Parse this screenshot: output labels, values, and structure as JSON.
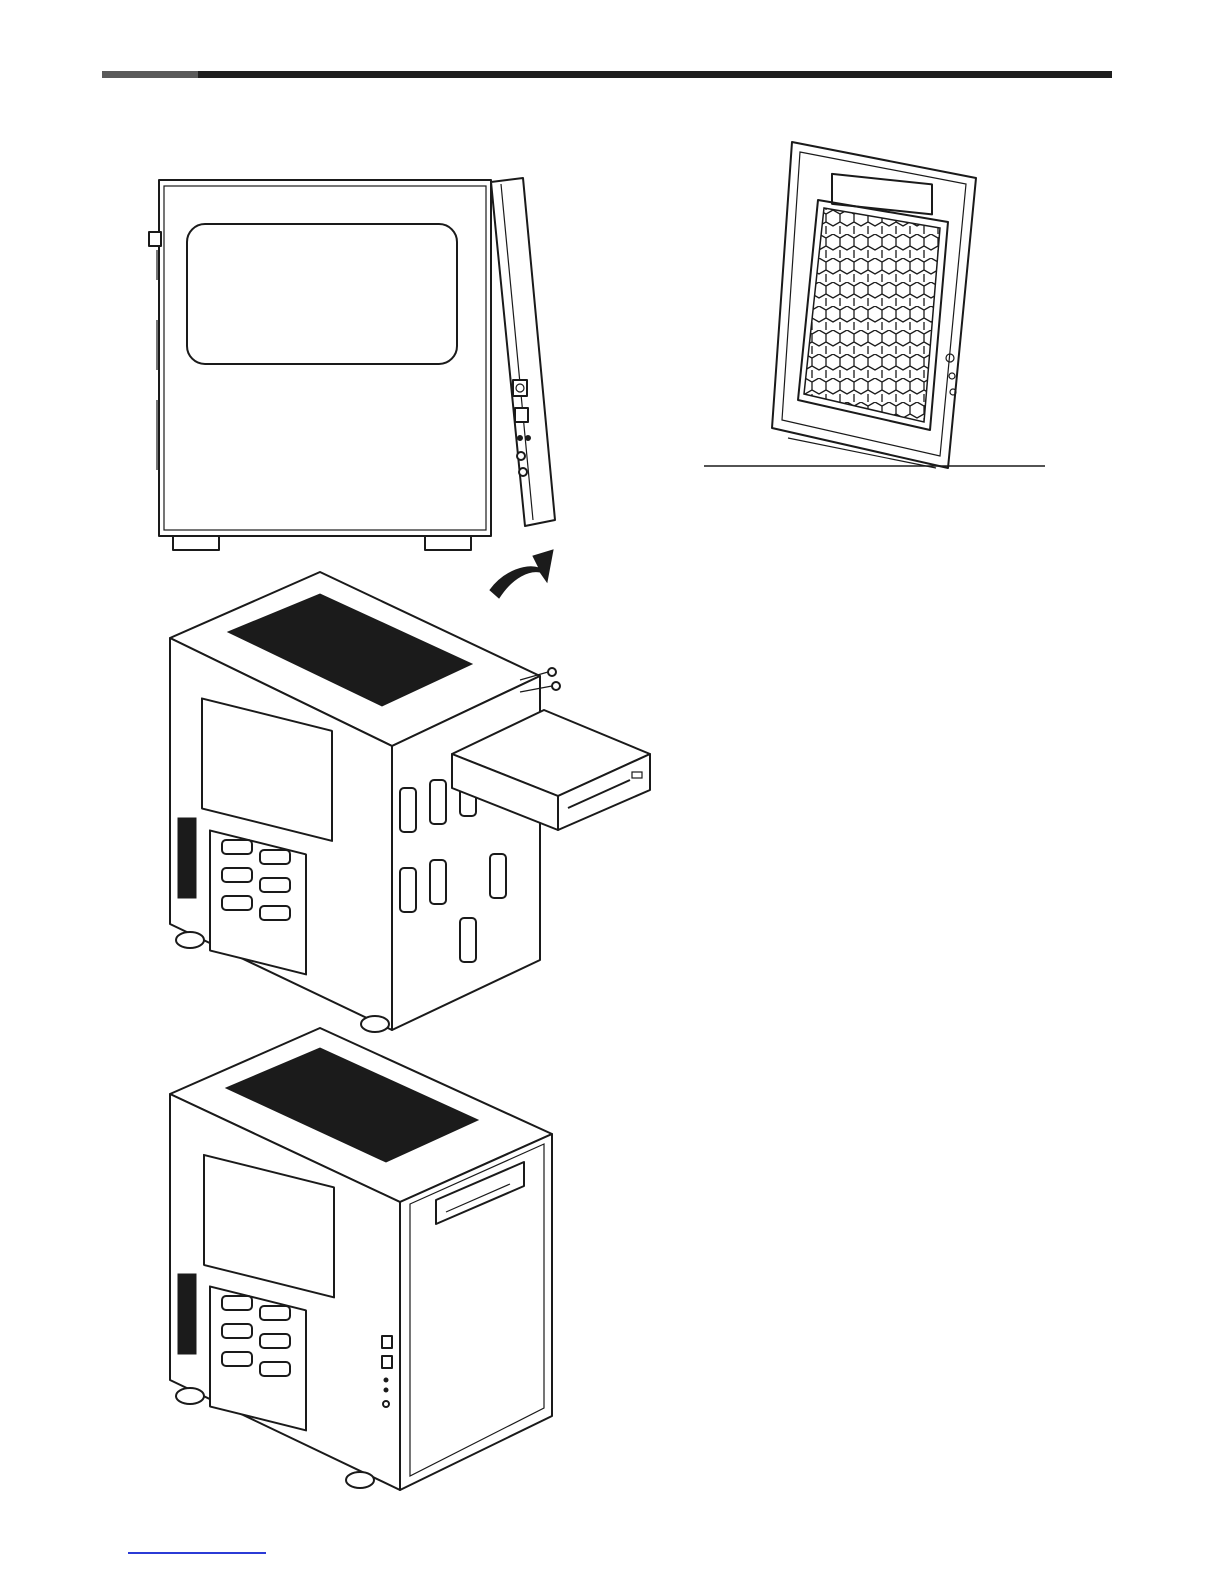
{
  "document": {
    "header_bar": {
      "color": "#1e1e1e",
      "accent_color": "#5a5a5a"
    },
    "footer_link": {
      "color": "#2b3bd6"
    },
    "figures": [
      {
        "id": "side-view",
        "depicts": "case-side-view-front-panel-removal"
      },
      {
        "id": "front-panel-filter",
        "depicts": "front-panel-inner-dust-filter"
      },
      {
        "id": "odd-installation",
        "depicts": "optical-drive-insertion"
      },
      {
        "id": "assembled-case",
        "depicts": "case-assembled-with-front-panel"
      }
    ],
    "icons": [
      "rotate-arrow-icon",
      "screw-icon",
      "power-button-icon",
      "usb-port-icon",
      "audio-jack-icon"
    ]
  }
}
